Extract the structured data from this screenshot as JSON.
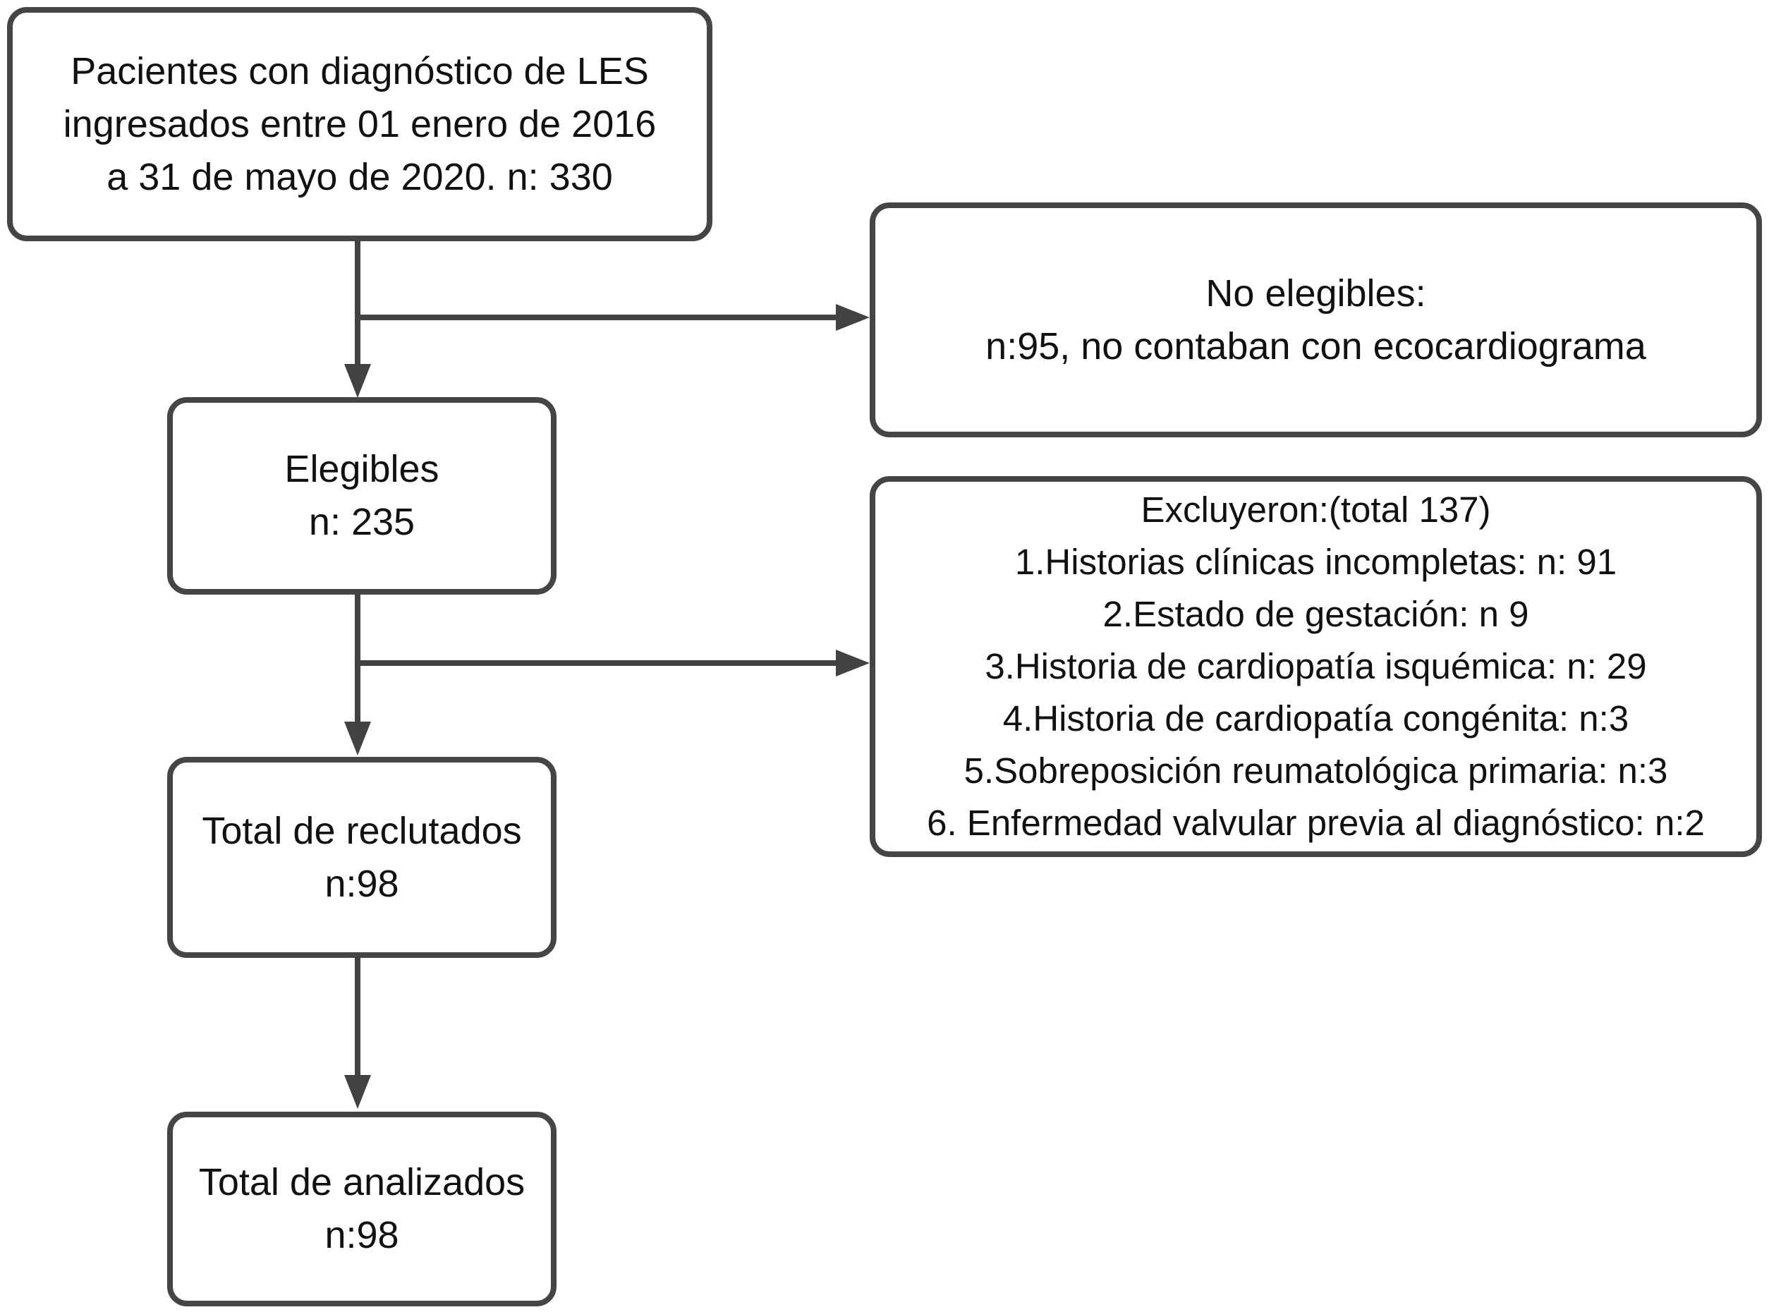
{
  "diagram": {
    "type": "flowchart",
    "boxes": {
      "source": {
        "lines": [
          "Pacientes con diagnóstico de LES",
          "ingresados entre 01 enero de 2016",
          "a 31 de mayo de 2020. n: 330"
        ]
      },
      "not_eligible": {
        "lines": [
          "No elegibles:",
          "n:95, no contaban con ecocardiograma"
        ]
      },
      "eligible": {
        "lines": [
          "Elegibles",
          "n: 235"
        ]
      },
      "excluded": {
        "lines": [
          "Excluyeron:(total 137)",
          "1.Historias clínicas incompletas: n: 91",
          "2.Estado de gestación: n 9",
          "3.Historia de cardiopatía isquémica: n: 29",
          "4.Historia de cardiopatía congénita: n:3",
          "5.Sobreposición reumatológica primaria: n:3",
          "6. Enfermedad valvular previa al diagnóstico: n:2"
        ]
      },
      "recruited": {
        "lines": [
          "Total de reclutados",
          "n:98"
        ]
      },
      "analyzed": {
        "lines": [
          "Total de analizados",
          "n:98"
        ]
      }
    },
    "colors": {
      "box_border": "#454545",
      "connector": "#424242",
      "text": "#111111",
      "background": "#ffffff"
    }
  }
}
